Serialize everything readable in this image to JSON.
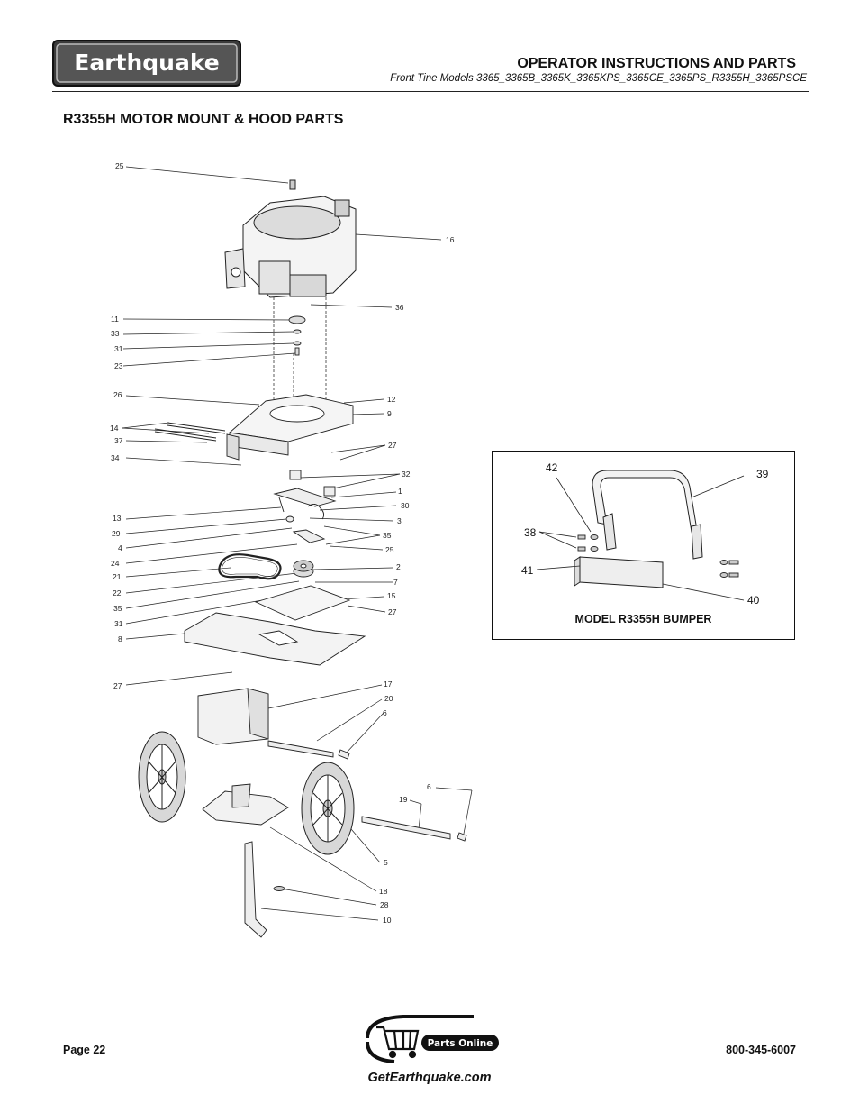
{
  "brand": {
    "logo_text": "Earthquake"
  },
  "header": {
    "title": "OPERATOR INSTRUCTIONS AND PARTS",
    "subtitle": "Front Tine Models 3365_3365B_3365K_3365KPS_3365CE_3365PS_R3355H_3365PSCE"
  },
  "section": {
    "title": "R3355H MOTOR MOUNT & HOOD PARTS"
  },
  "callouts": {
    "c25a": "25",
    "c16": "16",
    "c36": "36",
    "c11": "11",
    "c33": "33",
    "c31a": "31",
    "c23": "23",
    "c26": "26",
    "c12": "12",
    "c9": "9",
    "c14": "14",
    "c37": "37",
    "c27a": "27",
    "c34": "34",
    "c32": "32",
    "c1": "1",
    "c30": "30",
    "c13": "13",
    "c3": "3",
    "c29": "29",
    "c35a": "35",
    "c4": "4",
    "c25b": "25",
    "c24": "24",
    "c21": "21",
    "c2": "2",
    "c7": "7",
    "c22": "22",
    "c15": "15",
    "c35b": "35",
    "c27b": "27",
    "c31b": "31",
    "c8": "8",
    "c27c": "27",
    "c17": "17",
    "c20": "20",
    "c6a": "6",
    "c6b": "6",
    "c19": "19",
    "c5": "5",
    "c18": "18",
    "c28": "28",
    "c10": "10"
  },
  "bumper": {
    "caption": "MODEL R3355H BUMPER",
    "callouts": {
      "c42": "42",
      "c39": "39",
      "c38": "38",
      "c41": "41",
      "c40": "40"
    }
  },
  "footer": {
    "page": "Page 22",
    "phone": "800-345-6007",
    "parts_online": "Parts Online",
    "website": "GetEarthquake.com"
  }
}
